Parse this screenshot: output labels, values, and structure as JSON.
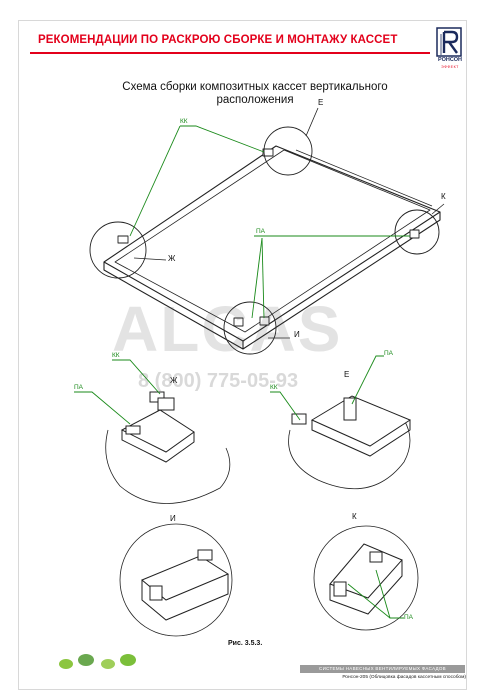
{
  "header": {
    "title": "РЕКОМЕНДАЦИИ ПО РАСКРОЮ СБОРКЕ И МОНТАЖУ КАССЕТ",
    "logo_text": "РОНСОН",
    "logo_sub": "ЭФФЕКТ",
    "colors": {
      "accent": "#e3001b",
      "logo": "#1b2a5c",
      "callout": "#1a8a1a"
    }
  },
  "scheme": {
    "title_line1": "Схема сборки композитных кассет вертикального",
    "title_line2": "расположения"
  },
  "labels": {
    "kk": "КК",
    "pa": "ПА",
    "e": "Е",
    "k": "К",
    "zh": "Ж",
    "i": "И"
  },
  "watermark": {
    "brand": "ALCAS",
    "phone": "8 (800) 775-05-93"
  },
  "caption": "Рис. 3.5.3.",
  "footer": {
    "bar_text": "СИСТЕМЫ НАВЕСНЫХ ВЕНТИЛИРУЕМЫХ ФАСАДОВ",
    "sub_text": "Ронсон-205 (Облицовка фасадов кассетным способом)"
  }
}
